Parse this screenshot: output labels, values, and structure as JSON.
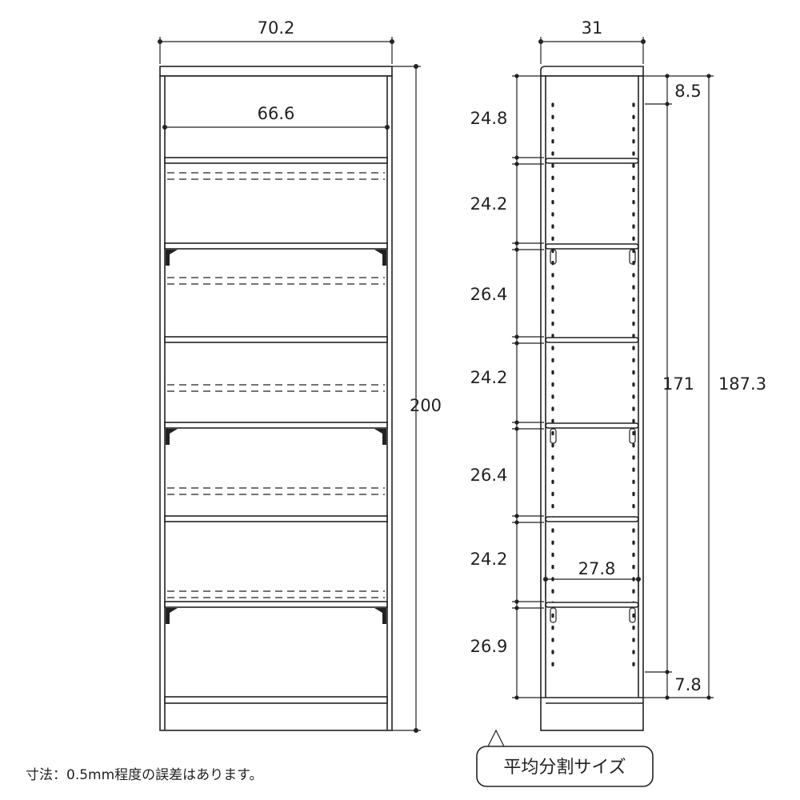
{
  "front_view": {
    "width_outer": "70.2",
    "width_inner": "66.6",
    "height_total": "200"
  },
  "side_view": {
    "depth": "31",
    "shelf_depth": "27.8",
    "top_gap": "8.5",
    "bottom_gap": "7.8",
    "adjustable_range": "171",
    "inner_height": "187.3",
    "shelf_spacings": [
      "24.8",
      "24.2",
      "26.4",
      "24.2",
      "26.4",
      "24.2",
      "26.9"
    ]
  },
  "note": "寸法：0.5mm程度の誤差はあります。",
  "badge": "平均分割サイズ"
}
